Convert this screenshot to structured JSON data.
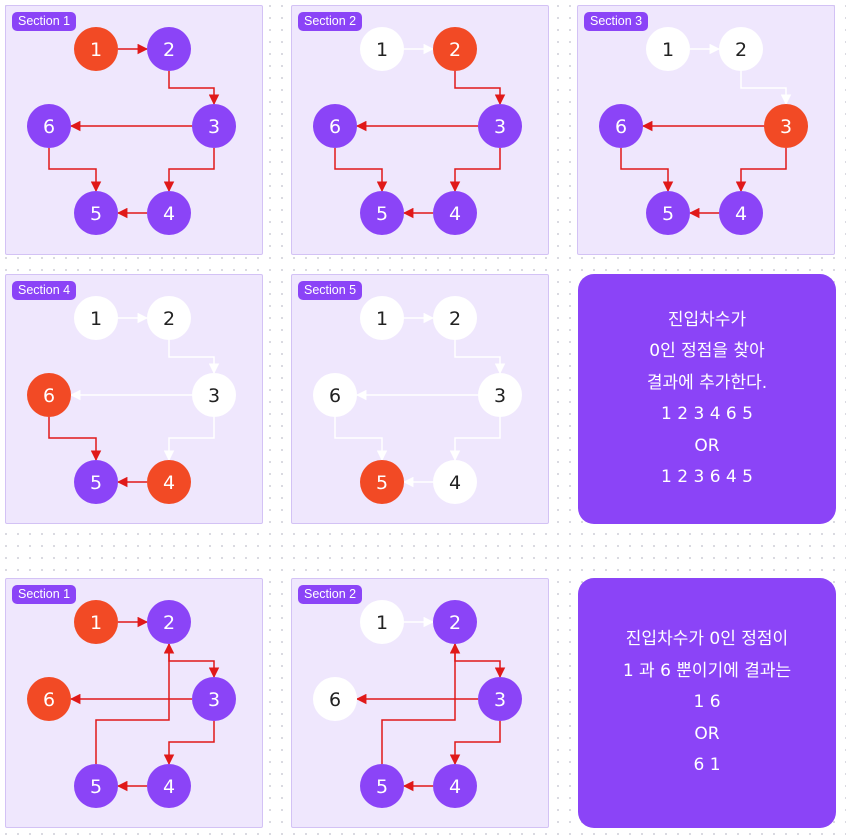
{
  "colors": {
    "purple": "#8b44f7",
    "red": "#f24a25",
    "white": "#ffffff",
    "edge_red": "#e01919",
    "edge_white": "#ffffff"
  },
  "panels": [
    {
      "label": "Section 1",
      "nodes": {
        "1": "red",
        "2": "purple",
        "3": "purple",
        "4": "purple",
        "5": "purple",
        "6": "purple"
      },
      "edges": {
        "1-2": "red",
        "2-3": "red",
        "3-6": "red",
        "3-4": "red",
        "6-5": "red",
        "4-5": "red"
      }
    },
    {
      "label": "Section 2",
      "nodes": {
        "1": "white",
        "2": "red",
        "3": "purple",
        "4": "purple",
        "5": "purple",
        "6": "purple"
      },
      "edges": {
        "1-2": "white",
        "2-3": "red",
        "3-6": "red",
        "3-4": "red",
        "6-5": "red",
        "4-5": "red"
      }
    },
    {
      "label": "Section 3",
      "nodes": {
        "1": "white",
        "2": "white",
        "3": "red",
        "4": "purple",
        "5": "purple",
        "6": "purple"
      },
      "edges": {
        "1-2": "white",
        "2-3": "white",
        "3-6": "red",
        "3-4": "red",
        "6-5": "red",
        "4-5": "red"
      }
    },
    {
      "label": "Section 4",
      "nodes": {
        "1": "white",
        "2": "white",
        "3": "white",
        "4": "red",
        "5": "purple",
        "6": "red"
      },
      "edges": {
        "1-2": "white",
        "2-3": "white",
        "3-6": "white",
        "3-4": "white",
        "6-5": "red",
        "4-5": "red"
      }
    },
    {
      "label": "Section 5",
      "nodes": {
        "1": "white",
        "2": "white",
        "3": "white",
        "4": "white",
        "5": "red",
        "6": "white"
      },
      "edges": {
        "1-2": "white",
        "2-3": "white",
        "3-6": "white",
        "3-4": "white",
        "6-5": "white",
        "4-5": "white"
      }
    },
    {
      "label": "Section 1",
      "nodes": {
        "1": "red",
        "2": "purple",
        "3": "purple",
        "4": "purple",
        "5": "purple",
        "6": "red"
      },
      "edges": {
        "1-2": "red",
        "2-3": "red",
        "3-6": "red",
        "3-4": "red",
        "4-5": "red",
        "5-2": "red"
      }
    },
    {
      "label": "Section 2",
      "nodes": {
        "1": "white",
        "2": "purple",
        "3": "purple",
        "4": "purple",
        "5": "purple",
        "6": "white"
      },
      "edges": {
        "1-2": "white",
        "2-3": "red",
        "3-6": "red",
        "3-4": "red",
        "4-5": "red",
        "5-2": "red"
      }
    }
  ],
  "notes": [
    {
      "lines": [
        "진입차수가",
        "0인 정점을 찾아",
        "결과에 추가한다.",
        "1 2 3 4 6 5",
        "OR",
        "1 2 3 6 4 5"
      ]
    },
    {
      "lines": [
        "진입차수가 0인 정점이",
        "1 과 6 뿐이기에 결과는",
        "1 6",
        "OR",
        "6 1"
      ]
    }
  ]
}
